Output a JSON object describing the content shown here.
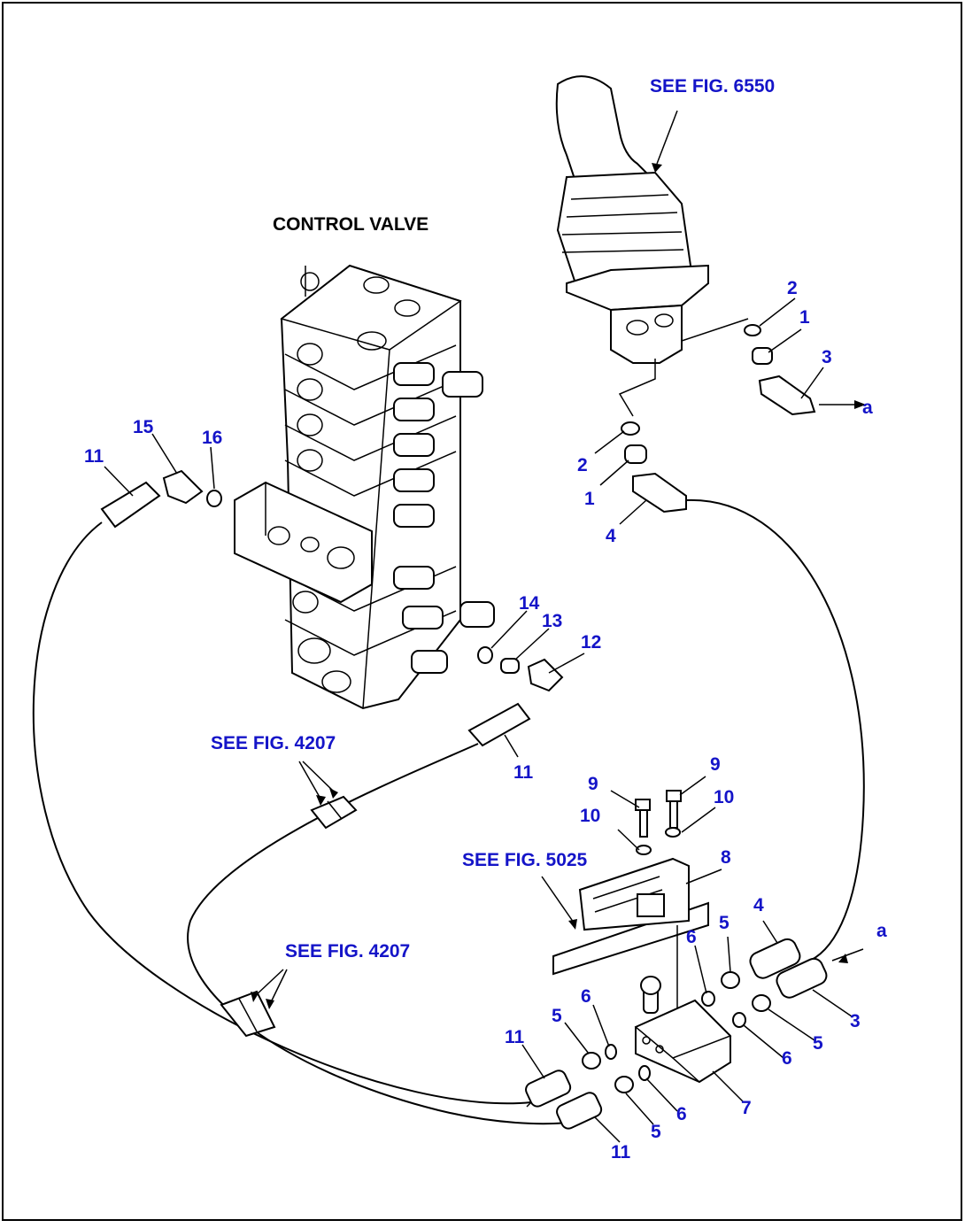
{
  "diagram": {
    "title_control_valve": "CONTROL VALVE",
    "references": {
      "fig_6550": "SEE FIG. 6550",
      "fig_4207_upper": "SEE FIG. 4207",
      "fig_4207_lower": "SEE FIG. 4207",
      "fig_5025": "SEE FIG. 5025"
    },
    "connector_label": "a",
    "callouts": {
      "c1_upper": "1",
      "c2_upper": "2",
      "c3_upper": "3",
      "c1_mid": "1",
      "c2_mid": "2",
      "c4_mid": "4",
      "c15": "15",
      "c16": "16",
      "c11_left": "11",
      "c14": "14",
      "c13": "13",
      "c12": "12",
      "c11_center": "11",
      "c9_left": "9",
      "c9_right": "9",
      "c10_left": "10",
      "c10_right": "10",
      "c8": "8",
      "c4_lower": "4",
      "c5_upper_right": "5",
      "c6_upper_right": "6",
      "c3_lower": "3",
      "c5_lower_right": "5",
      "c6_lower_right": "6",
      "c11_bottom_a": "11",
      "c5_left": "5",
      "c6_left": "6",
      "c5_bottom": "5",
      "c6_bottom": "6",
      "c7": "7",
      "c11_bottom_b": "11"
    }
  }
}
